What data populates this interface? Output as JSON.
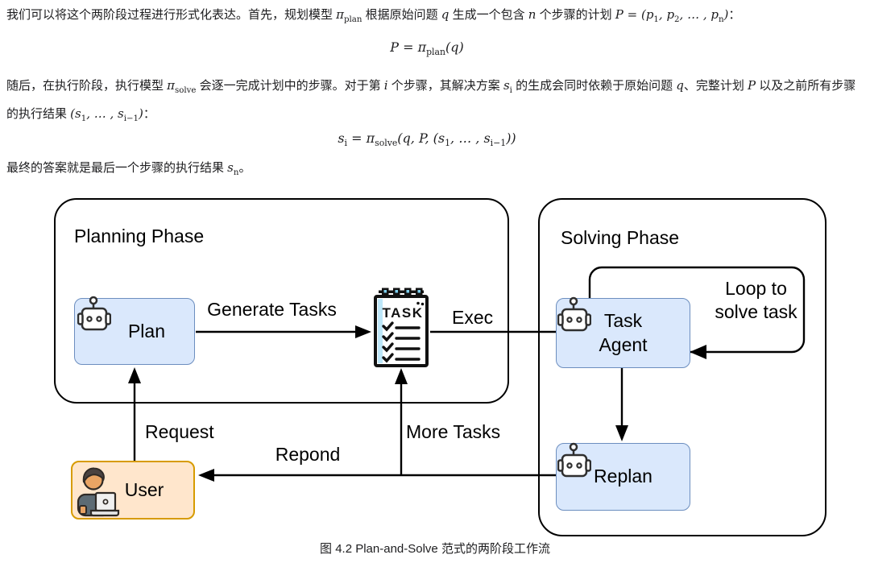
{
  "text": {
    "para1": "我们可以将这个两阶段过程进行形式化表达。首先，规划模型 $π_{plan}$ 根据原始问题 $q$ 生成一个包含 $n$ 个步骤的计划 $P = (p_{1}, p_{2}, … , p_{n})$：",
    "formula1": "$P = π_{plan}(q)$",
    "para2": "随后，在执行阶段，执行模型 $π_{solve}$ 会逐一完成计划中的步骤。对于第 $i$ 个步骤，其解决方案 $s_{i}$ 的生成会同时依赖于原始问题 $q$、完整计划 $P$ 以及之前所有步骤的执行结果 $(s_{1}, … , s_{i−1})$：",
    "formula2": "$s_{i} = π_{solve}(q, P, (s_{1}, … , s_{i−1}))$",
    "para3": "最终的答案就是最后一个步骤的执行结果 $s_{n}$。",
    "caption": "图 4.2 Plan-and-Solve 范式的两阶段工作流"
  },
  "diagram": {
    "planning_phase": {
      "title": "Planning Phase"
    },
    "solving_phase": {
      "title": "Solving Phase"
    },
    "nodes": {
      "plan": "Plan",
      "task_agent": "Task\nAgent",
      "replan": "Replan",
      "user": "User"
    },
    "task_icon": {
      "heading": "TASK"
    },
    "edges": {
      "generate_tasks": "Generate Tasks",
      "exec": "Exec",
      "loop": "Loop to\nsolve task",
      "request": "Request",
      "more_tasks": "More Tasks",
      "respond": "Repond"
    },
    "colors": {
      "agent_fill": "#dae8fc",
      "agent_border": "#6c8ebf",
      "user_fill": "#ffe6cc",
      "user_border": "#d79b00",
      "outline": "#000000",
      "task_strip": "#bde7f9"
    }
  }
}
